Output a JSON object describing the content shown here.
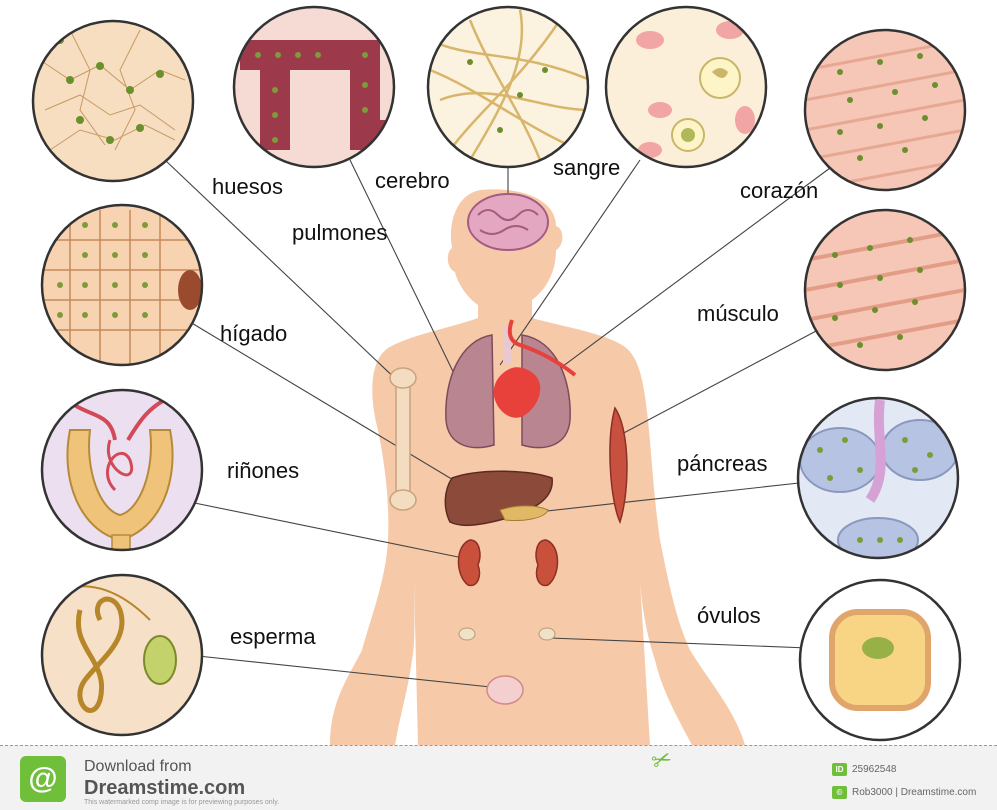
{
  "labels": {
    "bones": "huesos",
    "brain": "cerebro",
    "blood": "sangre",
    "heart": "corazón",
    "lungs": "pulmones",
    "liver": "hígado",
    "muscle": "músculo",
    "kidneys": "riñones",
    "pancreas": "páncreas",
    "sperm": "esperma",
    "ova": "óvulos"
  },
  "footer": {
    "download_text": "Download from",
    "brand": "Dreamstime.com",
    "disclaimer": "This watermarked comp image is for previewing purposes only.",
    "image_id": "25962548",
    "credit": "Rob3000 | Dreamstime.com"
  },
  "colors": {
    "skin": "#f6c9a8",
    "tissue_pink": "#f2b7ad",
    "liver": "#8c4a3a",
    "lungs": "#b88591",
    "heart": "#e8403a",
    "bone": "#f3dcc0",
    "brand_green": "#6fbf3b"
  }
}
